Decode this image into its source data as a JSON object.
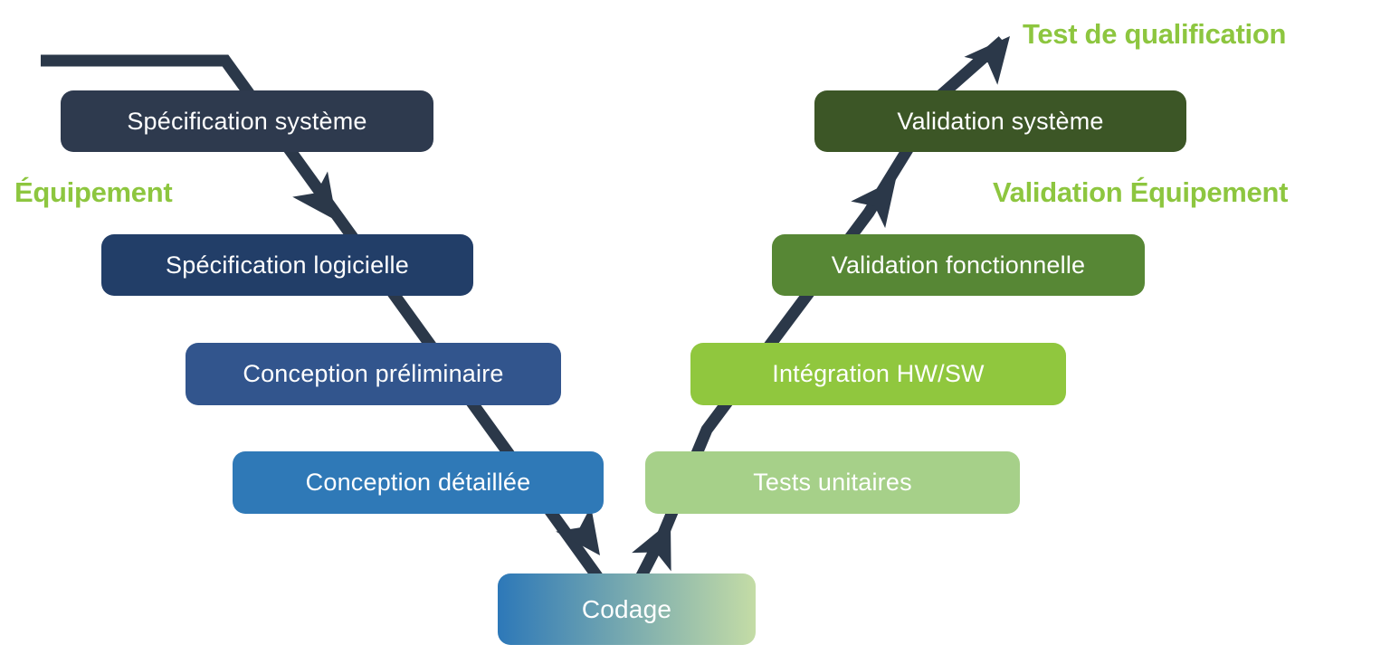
{
  "colors": {
    "arrow": "#2b3849",
    "label_green": "#8dc63f",
    "box_text": "#ffffff"
  },
  "boxes": [
    {
      "label": "Spécification système",
      "color": "#2e3a4e"
    },
    {
      "label": "Spécification logicielle",
      "color": "#223e68"
    },
    {
      "label": "Conception préliminaire",
      "color": "#32558d"
    },
    {
      "label": "Conception détaillée",
      "color": "#2f79b7"
    },
    {
      "label": "Codage",
      "gradient": [
        "#2d78b8",
        "#c4dca6"
      ]
    },
    {
      "label": "Tests unitaires",
      "color": "#a6d089"
    },
    {
      "label": "Intégration HW/SW",
      "color": "#90c73e"
    },
    {
      "label": "Validation fonctionnelle",
      "color": "#578735"
    },
    {
      "label": "Validation système",
      "color": "#3c5626"
    }
  ],
  "annotations": {
    "equipement": "Équipement",
    "validation_equipement": "Validation Équipement",
    "test_de_qualification": "Test de qualification"
  }
}
